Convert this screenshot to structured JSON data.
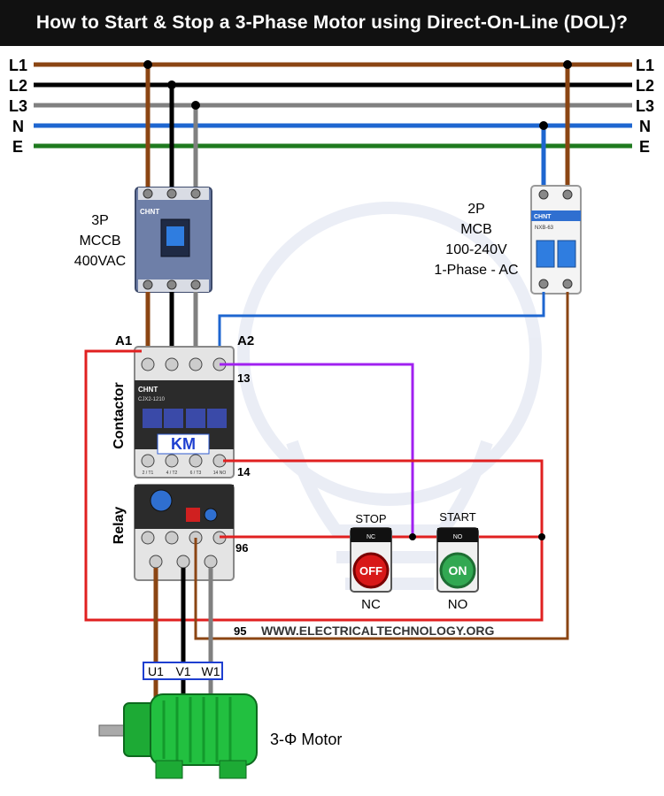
{
  "title": "How to Start & Stop a 3-Phase Motor using Direct-On-Line (DOL)?",
  "lines": [
    {
      "name": "L1",
      "color": "#8B4513"
    },
    {
      "name": "L2",
      "color": "#000000"
    },
    {
      "name": "L3",
      "color": "#808080"
    },
    {
      "name": "N",
      "color": "#1E66D0"
    },
    {
      "name": "E",
      "color": "#1F7A1F"
    }
  ],
  "mccb": {
    "l1": "3P",
    "l2": "MCCB",
    "l3": "400VAC",
    "brand": "CHNT"
  },
  "mcb": {
    "l1": "2P",
    "l2": "MCB",
    "l3": "100-240V",
    "l4": "1-Phase - AC",
    "brand": "CHNT",
    "model": "NXB-63"
  },
  "contactor": {
    "label": "Contactor",
    "tag": "KM",
    "brand": "CHNT",
    "model": "CJX2-1210",
    "term_a1": "A1",
    "term_a2": "A2",
    "term_13": "13",
    "term_14": "14",
    "bottom_terms": [
      "2 / T1",
      "4 / T2",
      "6 / T3",
      "14 NO"
    ]
  },
  "relay": {
    "label": "Relay",
    "term_96": "96",
    "term_95": "95"
  },
  "stop_button": {
    "title": "STOP",
    "face": "OFF",
    "type": "NC",
    "contact": "NC"
  },
  "start_button": {
    "title": "START",
    "face": "ON",
    "type": "NO",
    "contact": "NO"
  },
  "motor": {
    "label": "3-Φ Motor",
    "terminals": [
      "U1",
      "V1",
      "W1"
    ]
  },
  "watermark": "WWW.ELECTRICALTECHNOLOGY.ORG",
  "colors": {
    "l1": "#8B4513",
    "l2": "#000000",
    "l3": "#808080",
    "neutral": "#1E66D0",
    "earth": "#1F7A1F",
    "control_red": "#E02020",
    "control_purple": "#A020F0",
    "motor_green": "#22C040",
    "device_blue": "#3B5BA8"
  }
}
